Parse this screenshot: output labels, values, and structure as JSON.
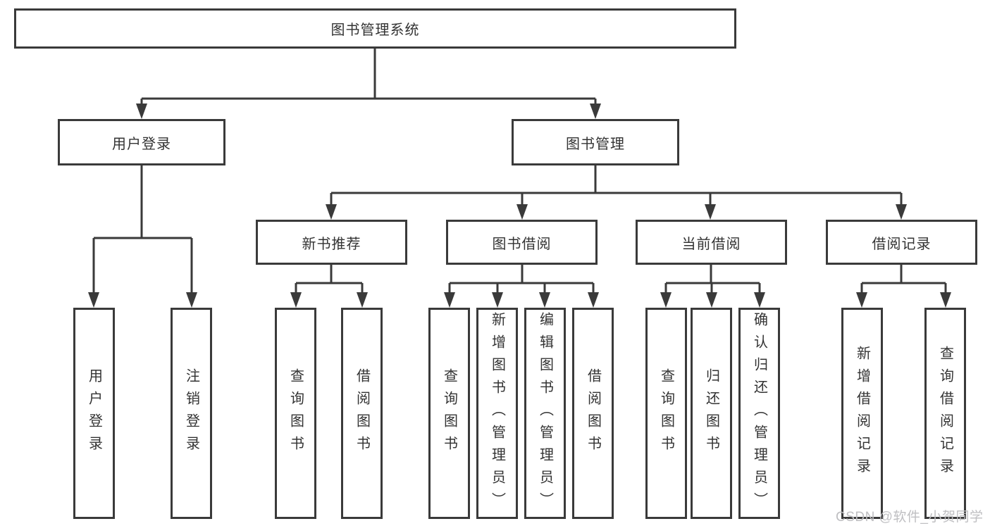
{
  "colors": {
    "line": "#3a3a3a",
    "box_border": "#3a3a3a",
    "text": "#333333",
    "background": "#ffffff",
    "watermark": "#bfbfc2"
  },
  "diagram": {
    "root": "图书管理系统",
    "branches": {
      "user_login": "用户登录",
      "book_management": "图书管理"
    },
    "book_management_children": {
      "new_book_recommend": "新书推荐",
      "book_borrow": "图书借阅",
      "current_borrow": "当前借阅",
      "borrow_record": "借阅记录"
    },
    "leaves": {
      "user_login_login": "用户登录",
      "user_login_logout": "注销登录",
      "recommend_query_book": "查询图书",
      "recommend_borrow_book": "借阅图书",
      "borrow_query_book": "查询图书",
      "borrow_add_book": "新增图书（管理员）",
      "borrow_edit_book": "编辑图书（管理员）",
      "borrow_borrow_book": "借阅图书",
      "current_query_book": "查询图书",
      "current_return_book": "归还图书",
      "current_confirm_return": "确认归还（管理员）",
      "record_add_record": "新增借阅记录",
      "record_query_record": "查询借阅记录"
    }
  },
  "watermark": "CSDN @软件_小贺同学"
}
